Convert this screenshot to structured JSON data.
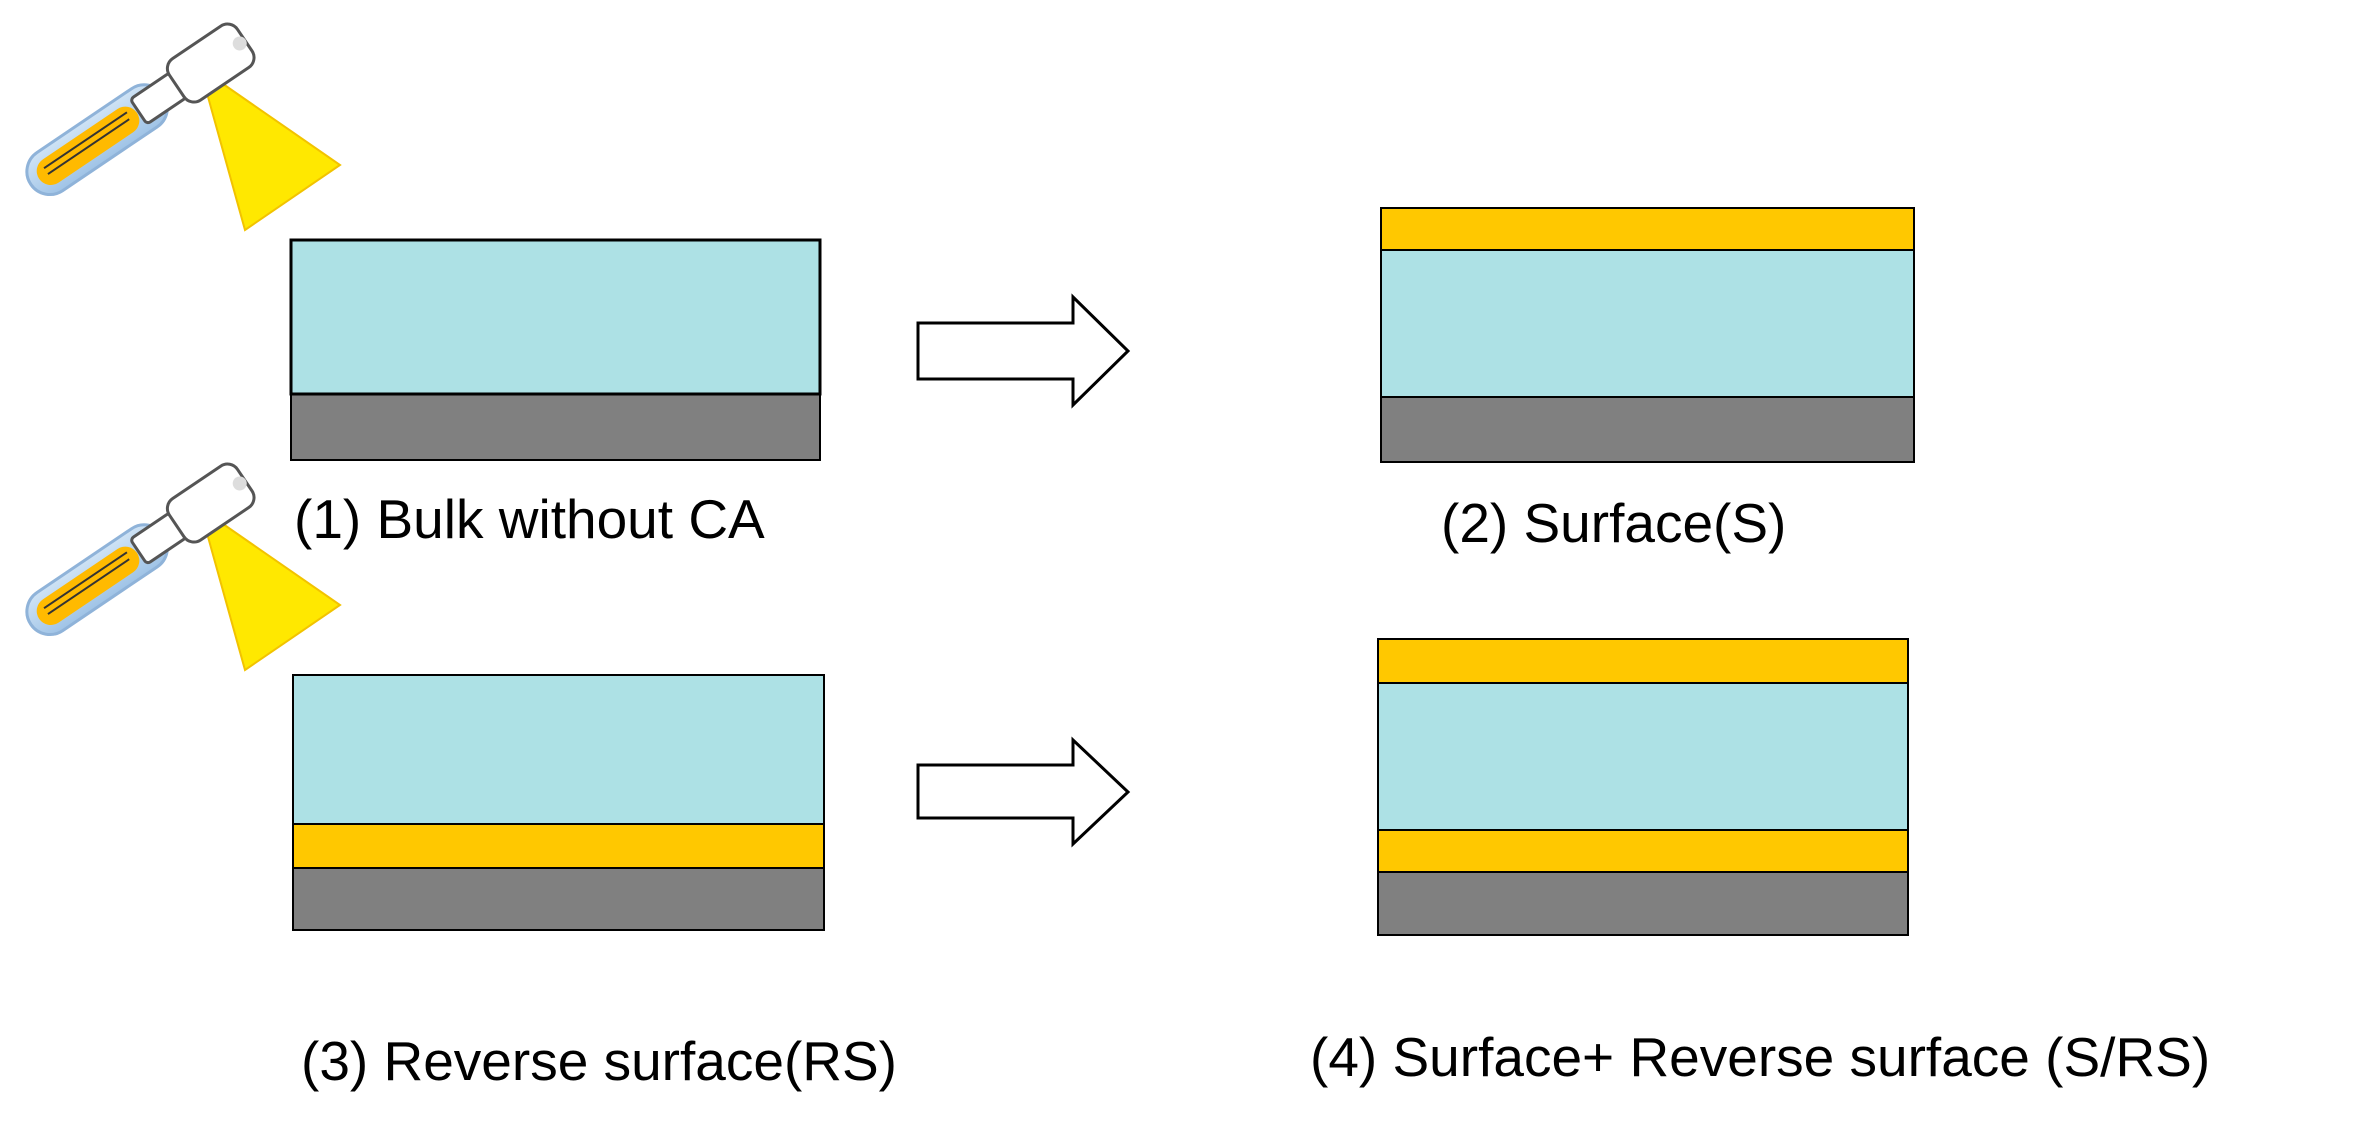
{
  "colors": {
    "substrate": "#808080",
    "bulk_layer": "#ade1e5",
    "ca_layer": "#ffc800",
    "light_beam": "#ffe800",
    "outline": "#000000"
  },
  "icons": {
    "lamp": "uv-lamp-icon",
    "arrow": "right-arrow-icon"
  },
  "stages": [
    {
      "id": "1",
      "caption": "(1) Bulk without CA",
      "layers_bottom_to_top": [
        "substrate",
        "bulk"
      ]
    },
    {
      "id": "2",
      "caption": "(2) Surface(S)",
      "layers_bottom_to_top": [
        "substrate",
        "bulk",
        "ca"
      ]
    },
    {
      "id": "3",
      "caption": "(3) Reverse surface(RS)",
      "layers_bottom_to_top": [
        "substrate",
        "ca",
        "bulk"
      ]
    },
    {
      "id": "4",
      "caption": "(4) Surface+ Reverse surface (S/RS)",
      "layers_bottom_to_top": [
        "substrate",
        "ca",
        "bulk",
        "ca"
      ]
    }
  ]
}
